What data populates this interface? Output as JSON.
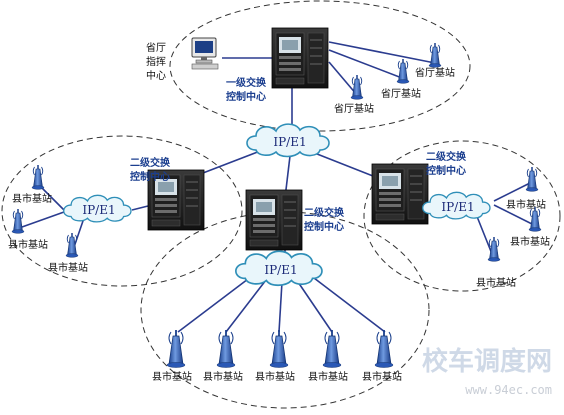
{
  "labels": {
    "command_center": [
      "省厅",
      "指挥",
      "中心"
    ],
    "first_level_switch": [
      "一级交换",
      "控制中心"
    ],
    "second_level_switch": [
      "二级交换",
      "控制中心"
    ],
    "network_cloud": "IP/E1",
    "province_station": "省厅基站",
    "county_station": "县市基站"
  },
  "watermark": {
    "brand": "校车调度网",
    "url": "www.94ec.com"
  },
  "colors": {
    "link": "#2b3c8f",
    "cloud_fill": "#e9f6fb",
    "cloud_stroke": "#2f8fb8",
    "label": "#1b3e8f",
    "antenna": "#1f4ea8"
  }
}
